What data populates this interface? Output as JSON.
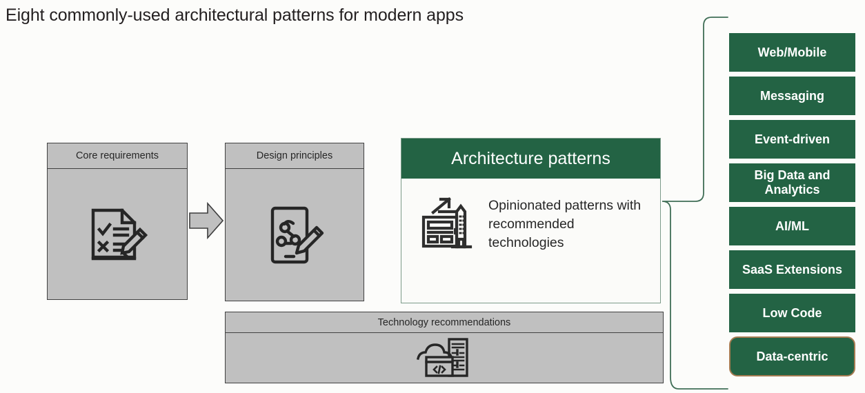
{
  "page": {
    "title": "Eight commonly-used architectural patterns for modern apps",
    "background_color": "#fcfcfa",
    "accent_green": "#236344",
    "highlight_border": "#a67c52",
    "card_gray": "#c0c0c0"
  },
  "flow": {
    "arrow_name": "right-block-arrow",
    "cards": [
      {
        "id": "core-requirements",
        "title": "Core requirements",
        "icon": "checklist-document-pencil-icon"
      },
      {
        "id": "design-principles",
        "title": "Design principles",
        "icon": "tablet-sketch-pencil-icon"
      },
      {
        "id": "technology-recommendations",
        "title": "Technology recommendations",
        "icon": "cloud-code-server-icon"
      }
    ]
  },
  "architecture_panel": {
    "header": "Architecture patterns",
    "body_text": "Opinionated patterns with recommended technologies",
    "icon": "building-growth-arrow-icon",
    "header_color": "#236344",
    "border_color": "#7c9b89"
  },
  "brace": {
    "icon": "curly-brace-connector",
    "color": "#3f6d55"
  },
  "patterns": {
    "items": [
      {
        "label": "Web/Mobile",
        "highlighted": false
      },
      {
        "label": "Messaging",
        "highlighted": false
      },
      {
        "label": "Event-driven",
        "highlighted": false
      },
      {
        "label": "Big Data and Analytics",
        "highlighted": false
      },
      {
        "label": "AI/ML",
        "highlighted": false
      },
      {
        "label": "SaaS Extensions",
        "highlighted": false
      },
      {
        "label": "Low Code",
        "highlighted": false
      },
      {
        "label": "Data-centric",
        "highlighted": true
      }
    ]
  }
}
